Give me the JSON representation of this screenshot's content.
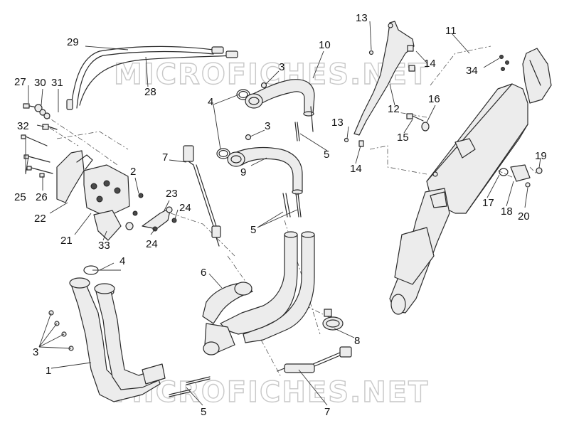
{
  "watermark": {
    "text": "MICROFICHES.NET"
  },
  "callouts": {
    "c1": "1",
    "c2": "2",
    "c3a": "3",
    "c3b": "3",
    "c3c": "3",
    "c4a": "4",
    "c4b": "4",
    "c5a": "5",
    "c5b": "5",
    "c5c": "5",
    "c6": "6",
    "c7a": "7",
    "c7b": "7",
    "c8": "8",
    "c9": "9",
    "c10": "10",
    "c11": "11",
    "c12": "12",
    "c13a": "13",
    "c13b": "13",
    "c14a": "14",
    "c14b": "14",
    "c15": "15",
    "c16": "16",
    "c17": "17",
    "c18": "18",
    "c19": "19",
    "c20": "20",
    "c21": "21",
    "c22": "22",
    "c23": "23",
    "c24a": "24",
    "c24b": "24",
    "c25": "25",
    "c26": "26",
    "c27": "27",
    "c28": "28",
    "c29": "29",
    "c30": "30",
    "c31": "31",
    "c32": "32",
    "c33": "33",
    "c34": "34"
  }
}
